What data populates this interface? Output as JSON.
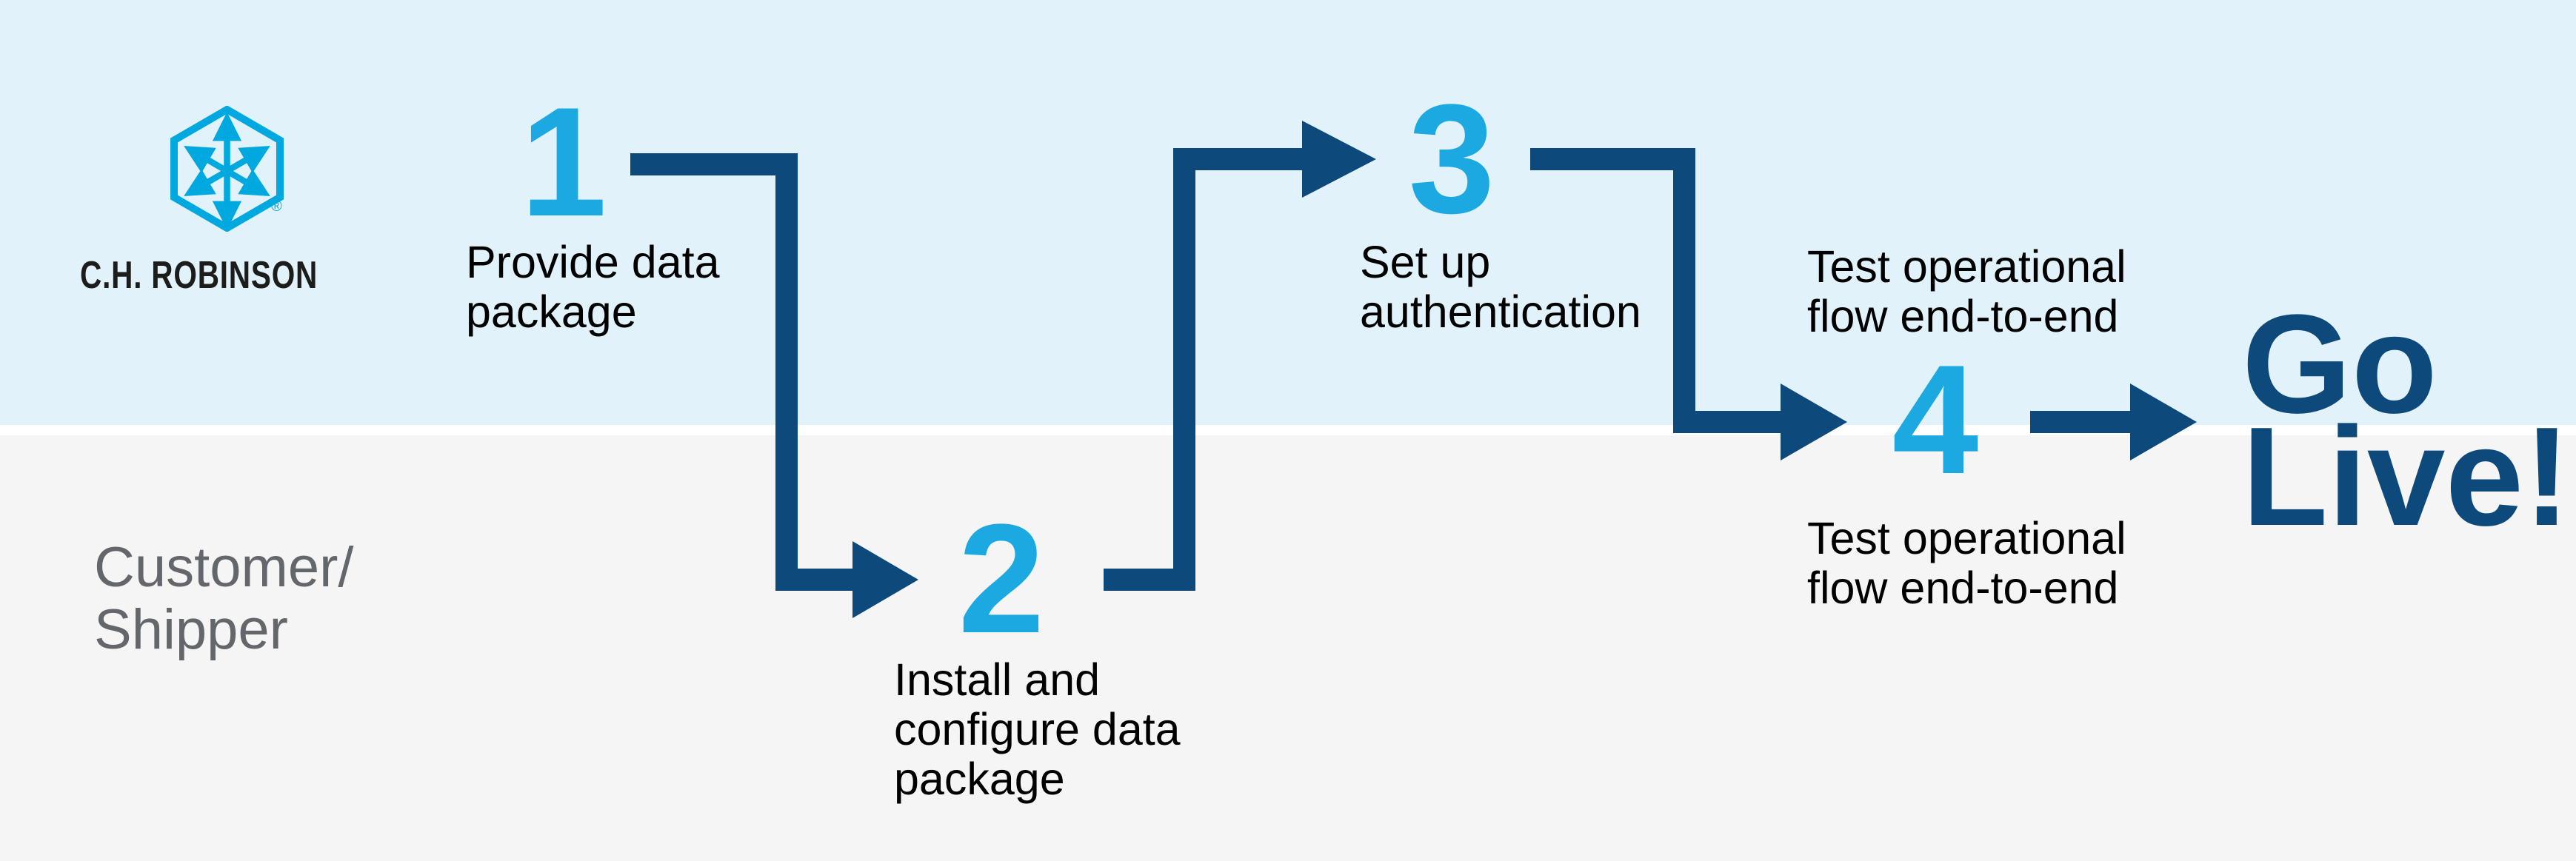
{
  "title": "C.H. Robinson integration onboarding flow to go-live",
  "branding": {
    "company_name": "C.H. ROBINSON",
    "registered_mark": "®",
    "logo_icon": "chr-hexagon-arrows-logo"
  },
  "lanes": {
    "top_owner": "C.H. ROBINSON",
    "customer_lines": [
      "Customer/",
      "Shipper"
    ]
  },
  "steps": [
    {
      "number": "1",
      "label_lines": [
        "Provide data",
        "package"
      ],
      "lane": "top"
    },
    {
      "number": "2",
      "label_lines": [
        "Install and",
        "configure data",
        "package"
      ],
      "lane": "bottom"
    },
    {
      "number": "3",
      "label_lines": [
        "Set up",
        "authentication"
      ],
      "lane": "top"
    },
    {
      "number": "4",
      "label_above_lines": [
        "Test operational",
        "flow end-to-end"
      ],
      "label_below_lines": [
        "Test operational",
        "flow end-to-end"
      ],
      "lane": "middle"
    }
  ],
  "finish": {
    "lines": [
      "Go",
      "Live!"
    ]
  },
  "flow": [
    {
      "from": "1",
      "to": "2",
      "shape": "right-down-right arrow"
    },
    {
      "from": "2",
      "to": "3",
      "shape": "right-up-right arrow"
    },
    {
      "from": "3",
      "to": "4",
      "shape": "right-down-right arrow"
    },
    {
      "from": "4",
      "to": "Go Live!",
      "shape": "right arrow"
    }
  ],
  "colors": {
    "top_band": "#e1f2fa",
    "bottom_band": "#f5f5f6",
    "divider": "#ffffff",
    "arrow_navy": "#0d4a7b",
    "step_number_blue": "#1ca9e2",
    "logo_blue": "#00a8e0",
    "label_text": "#000000",
    "customer_text": "#63666a",
    "go_live_text": "#0d4a7b"
  }
}
